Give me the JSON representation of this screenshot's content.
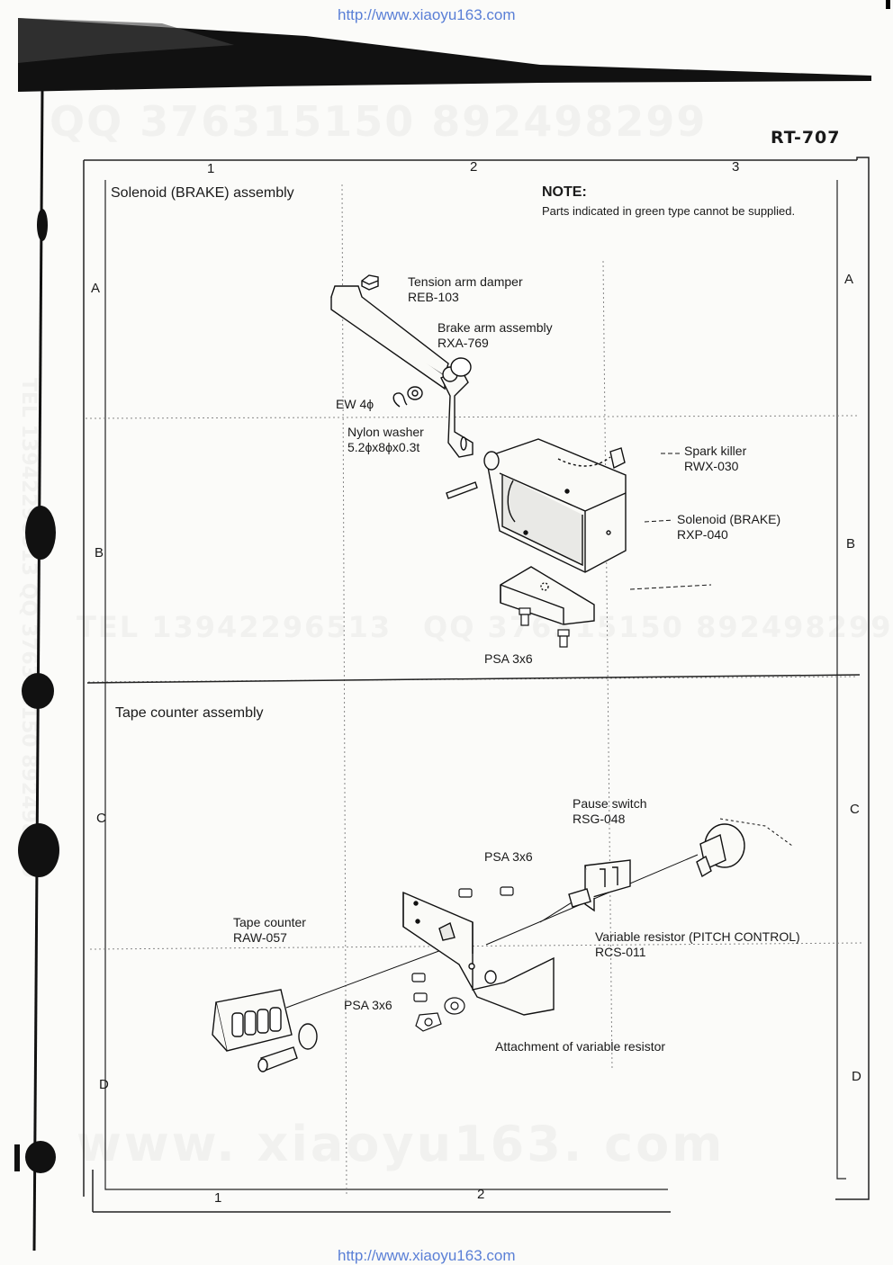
{
  "header": {
    "url_top": "http://www.xiaoyu163.com",
    "url_bottom": "http://www.xiaoyu163.com",
    "model": "RT-707"
  },
  "watermarks": {
    "top": "QQ 376315150   892498299",
    "mid_left": "TEL 13942296513",
    "mid_right": "QQ 376315150 892498299",
    "vertical_left": "TEL 13942296513  QQ 376315150 892498299",
    "bottom": "www. xiaoyu163. com"
  },
  "grid": {
    "cols_top": [
      "1",
      "2",
      "3"
    ],
    "cols_bottom": [
      "1",
      "2"
    ],
    "rows": [
      "A",
      "B",
      "C",
      "D"
    ]
  },
  "sections": {
    "solenoid_title": "Solenoid (BRAKE) assembly",
    "tape_counter_title": "Tape counter assembly"
  },
  "note": {
    "heading": "NOTE:",
    "text": "Parts indicated in green type cannot be supplied."
  },
  "parts": {
    "tension_arm_damper": {
      "name": "Tension arm damper",
      "code": "REB-103"
    },
    "brake_arm_assembly": {
      "name": "Brake arm assembly",
      "code": "RXA-769"
    },
    "ew": {
      "name": "EW 4ϕ"
    },
    "nylon_washer": {
      "name": "Nylon washer",
      "code": "5.2ϕx8ϕx0.3t"
    },
    "spark_killer": {
      "name": "Spark killer",
      "code": "RWX-030"
    },
    "solenoid_brake": {
      "name": "Solenoid (BRAKE)",
      "code": "RXP-040"
    },
    "psa_solenoid": {
      "name": "PSA 3x6"
    },
    "pause_switch": {
      "name": "Pause switch",
      "code": "RSG-048"
    },
    "psa_upper": {
      "name": "PSA 3x6"
    },
    "tape_counter": {
      "name": "Tape counter",
      "code": "RAW-057"
    },
    "variable_resistor": {
      "name": "Variable resistor (PITCH CONTROL)",
      "code": "RCS-011"
    },
    "psa_lower": {
      "name": "PSA 3x6"
    },
    "attachment": {
      "name": "Attachment of variable resistor"
    }
  }
}
